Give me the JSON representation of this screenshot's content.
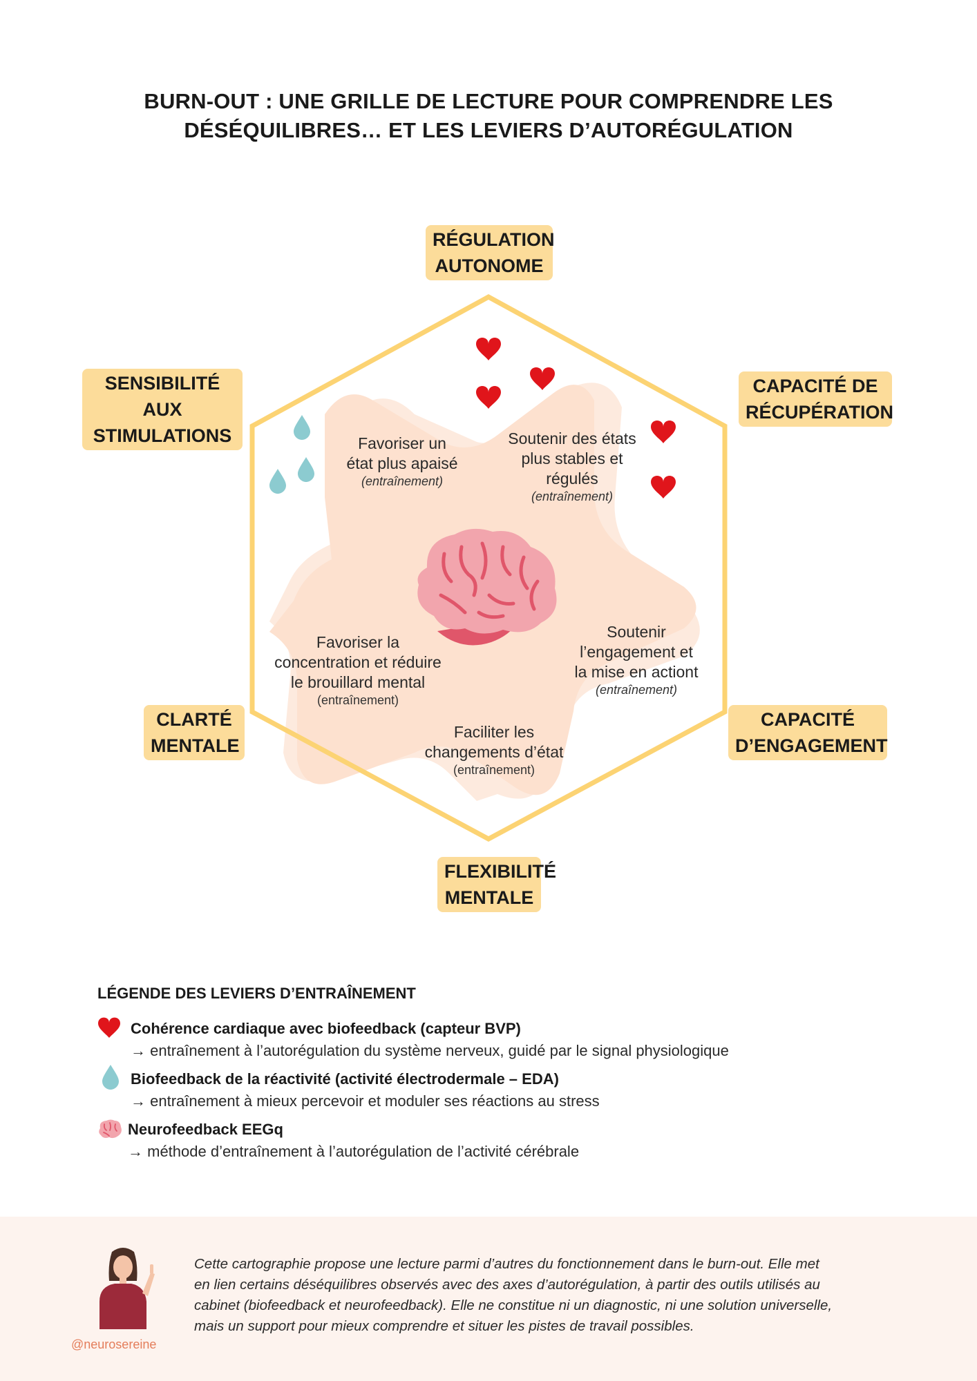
{
  "title": {
    "line1": "BURN-OUT : UNE GRILLE DE LECTURE POUR COMPRENDRE LES",
    "line2": "DÉSÉQUILIBRES… ET LES LEVIERS D’AUTORÉGULATION"
  },
  "axes": {
    "top": [
      "RÉGULATION",
      "AUTONOME"
    ],
    "top_right": [
      "CAPACITÉ DE",
      "RÉCUPÉRATION"
    ],
    "bottom_right": [
      "CAPACITÉ",
      "D’ENGAGEMENT"
    ],
    "bottom": [
      "FLEXIBILITÉ",
      "MENTALE"
    ],
    "bottom_left": [
      "CLARTÉ",
      "MENTALE"
    ],
    "top_left": [
      "SENSIBILITÉ AUX",
      "STIMULATIONS"
    ]
  },
  "levers": {
    "calm": {
      "lines": [
        "Favoriser un",
        "état plus apaisé"
      ],
      "note": "(entraînement)"
    },
    "stable": {
      "lines": [
        "Soutenir des états",
        "plus stables et",
        "régulés"
      ],
      "note": "(entraînement)"
    },
    "engagement": {
      "lines": [
        "Soutenir",
        "l’engagement et",
        "la mise en actiont"
      ],
      "note": "(entraînement)"
    },
    "state_change": {
      "lines": [
        "Faciliter les",
        "changements d’état"
      ],
      "note": "(entraînement)"
    },
    "focus": {
      "lines": [
        "Favoriser la",
        "concentration et réduire",
        "le brouillard mental"
      ],
      "note": "(entraînement)"
    }
  },
  "legend": {
    "title": "LÉGENDE DES LEVIERS D’ENTRAÎNEMENT",
    "items": [
      {
        "icon": "heart-icon",
        "head": "Cohérence cardiaque avec biofeedback (capteur BVP)",
        "desc": "→ entraînement à l’autorégulation du système nerveux, guidé par le signal physiologique"
      },
      {
        "icon": "droplet-icon",
        "head": "Biofeedback de la réactivité (activité électrodermale – EDA)",
        "desc": "→ entraînement à mieux percevoir et moduler ses réactions au stress"
      },
      {
        "icon": "brain-icon",
        "head": "Neurofeedback EEGq",
        "desc": "→ méthode d’entraînement à l’autorégulation de l’activité cérébrale"
      }
    ]
  },
  "footer": {
    "lines": [
      "Cette cartographie propose une lecture parmi d’autres du fonctionnement dans le burn-out.  Elle met",
      "en lien certains déséquilibres observés avec des axes d’autorégulation, à partir des outils utilisés au",
      "cabinet (biofeedback et neurofeedback). Elle ne constitue ni un diagnostic, ni une solution universelle,",
      "mais un support pour mieux comprendre et situer les pistes de travail possibles."
    ],
    "handle": "@neurosereine"
  },
  "colors": {
    "hexagon": "#fcd373",
    "label_bg": "#fcdc9a",
    "star": "#fde1cf",
    "heart": "#e0151b",
    "droplet": "#8ccbd0",
    "brain": "#f2a5ad",
    "brain_lines": "#e0566a",
    "footer_bg": "#fdf3ee",
    "handle": "#e47d5a"
  }
}
